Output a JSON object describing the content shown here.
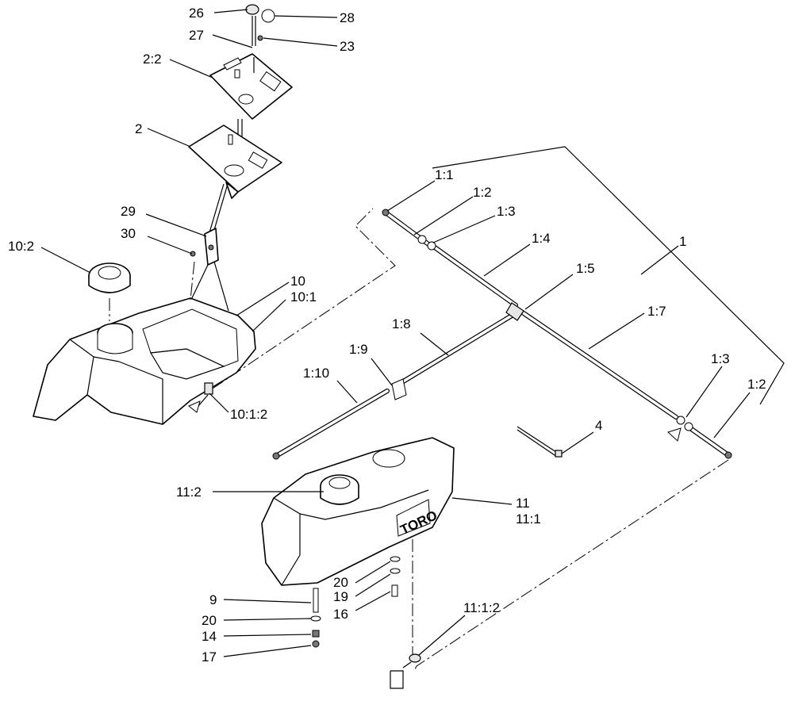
{
  "callouts": {
    "c26": "26",
    "c28": "28",
    "c27": "27",
    "c23": "23",
    "c2_2": "2:2",
    "c2": "2",
    "c1_1": "1:1",
    "c1_2a": "1:2",
    "c1_3a": "1:3",
    "c1_4": "1:4",
    "c1": "1",
    "c1_5": "1:5",
    "c1_7": "1:7",
    "c1_8": "1:8",
    "c1_9": "1:9",
    "c1_10": "1:10",
    "c1_3b": "1:3",
    "c1_2b": "1:2",
    "c29": "29",
    "c30": "30",
    "c10_2": "10:2",
    "c10": "10",
    "c10_1": "10:1",
    "c10_1_2": "10:1:2",
    "c4": "4",
    "c11_2": "11:2",
    "c11": "11",
    "c11_1": "11:1",
    "c20a": "20",
    "c19": "19",
    "c16": "16",
    "c9": "9",
    "c20b": "20",
    "c14": "14",
    "c17": "17",
    "c11_1_2": "11:1:2"
  },
  "brand": {
    "tank_logo": "TORO"
  }
}
